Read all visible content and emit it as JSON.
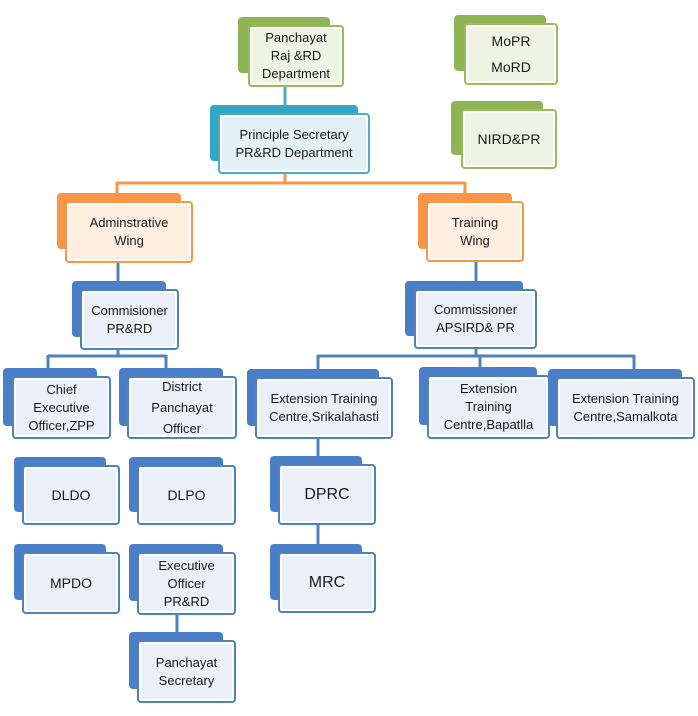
{
  "nodes": {
    "panchayat_raj": "Panchayat\nRaj &RD\nDepartment",
    "mopr": "MoPR",
    "mord": "MoRD",
    "nird": "NIRD&PR",
    "principle_secretary": "Principle Secretary\nPR&RD Department",
    "admin_wing": "Adminstrative\nWing",
    "training_wing": "Training\nWing",
    "commissioner_prrd": "Commisioner\nPR&RD",
    "commissioner_apsird": "Commissioner\nAPSIRD& PR",
    "ceo_zpp": "Chief\nExecutive\nOfficer,ZPP",
    "dpo": "District\nPanchayat\nOfficer",
    "etc_srikalahasti": "Extension Training\nCentre,Srikalahasti",
    "etc_bapatla": "Extension\nTraining\nCentre,Bapatlla",
    "etc_samalkota": "Extension Training\nCentre,Samalkota",
    "dldo": "DLDO",
    "dlpo": "DLPO",
    "dprc": "DPRC",
    "mpdo": "MPDO",
    "eo_prrd": "Executive\nOfficer\nPR&RD",
    "mrc": "MRC",
    "panchayat_secretary": "Panchayat\nSecretary"
  },
  "colors": {
    "green_dark": "#8fb455",
    "green_border": "#9bbb59",
    "green_fill": "#eef3e4",
    "teal_dark": "#31a7c4",
    "teal_border": "#4bacc6",
    "teal_fill": "#e3f1f6",
    "orange_dark": "#f79646",
    "orange_border": "#f79646",
    "orange_fill": "#fdeee0",
    "blue_dark": "#4a7ec7",
    "blue_border": "#4f81bd",
    "blue_fill": "#eaeff8",
    "connector_orange": "#f79646",
    "connector_teal": "#4bacc6",
    "connector_blue": "#4f81bd"
  }
}
